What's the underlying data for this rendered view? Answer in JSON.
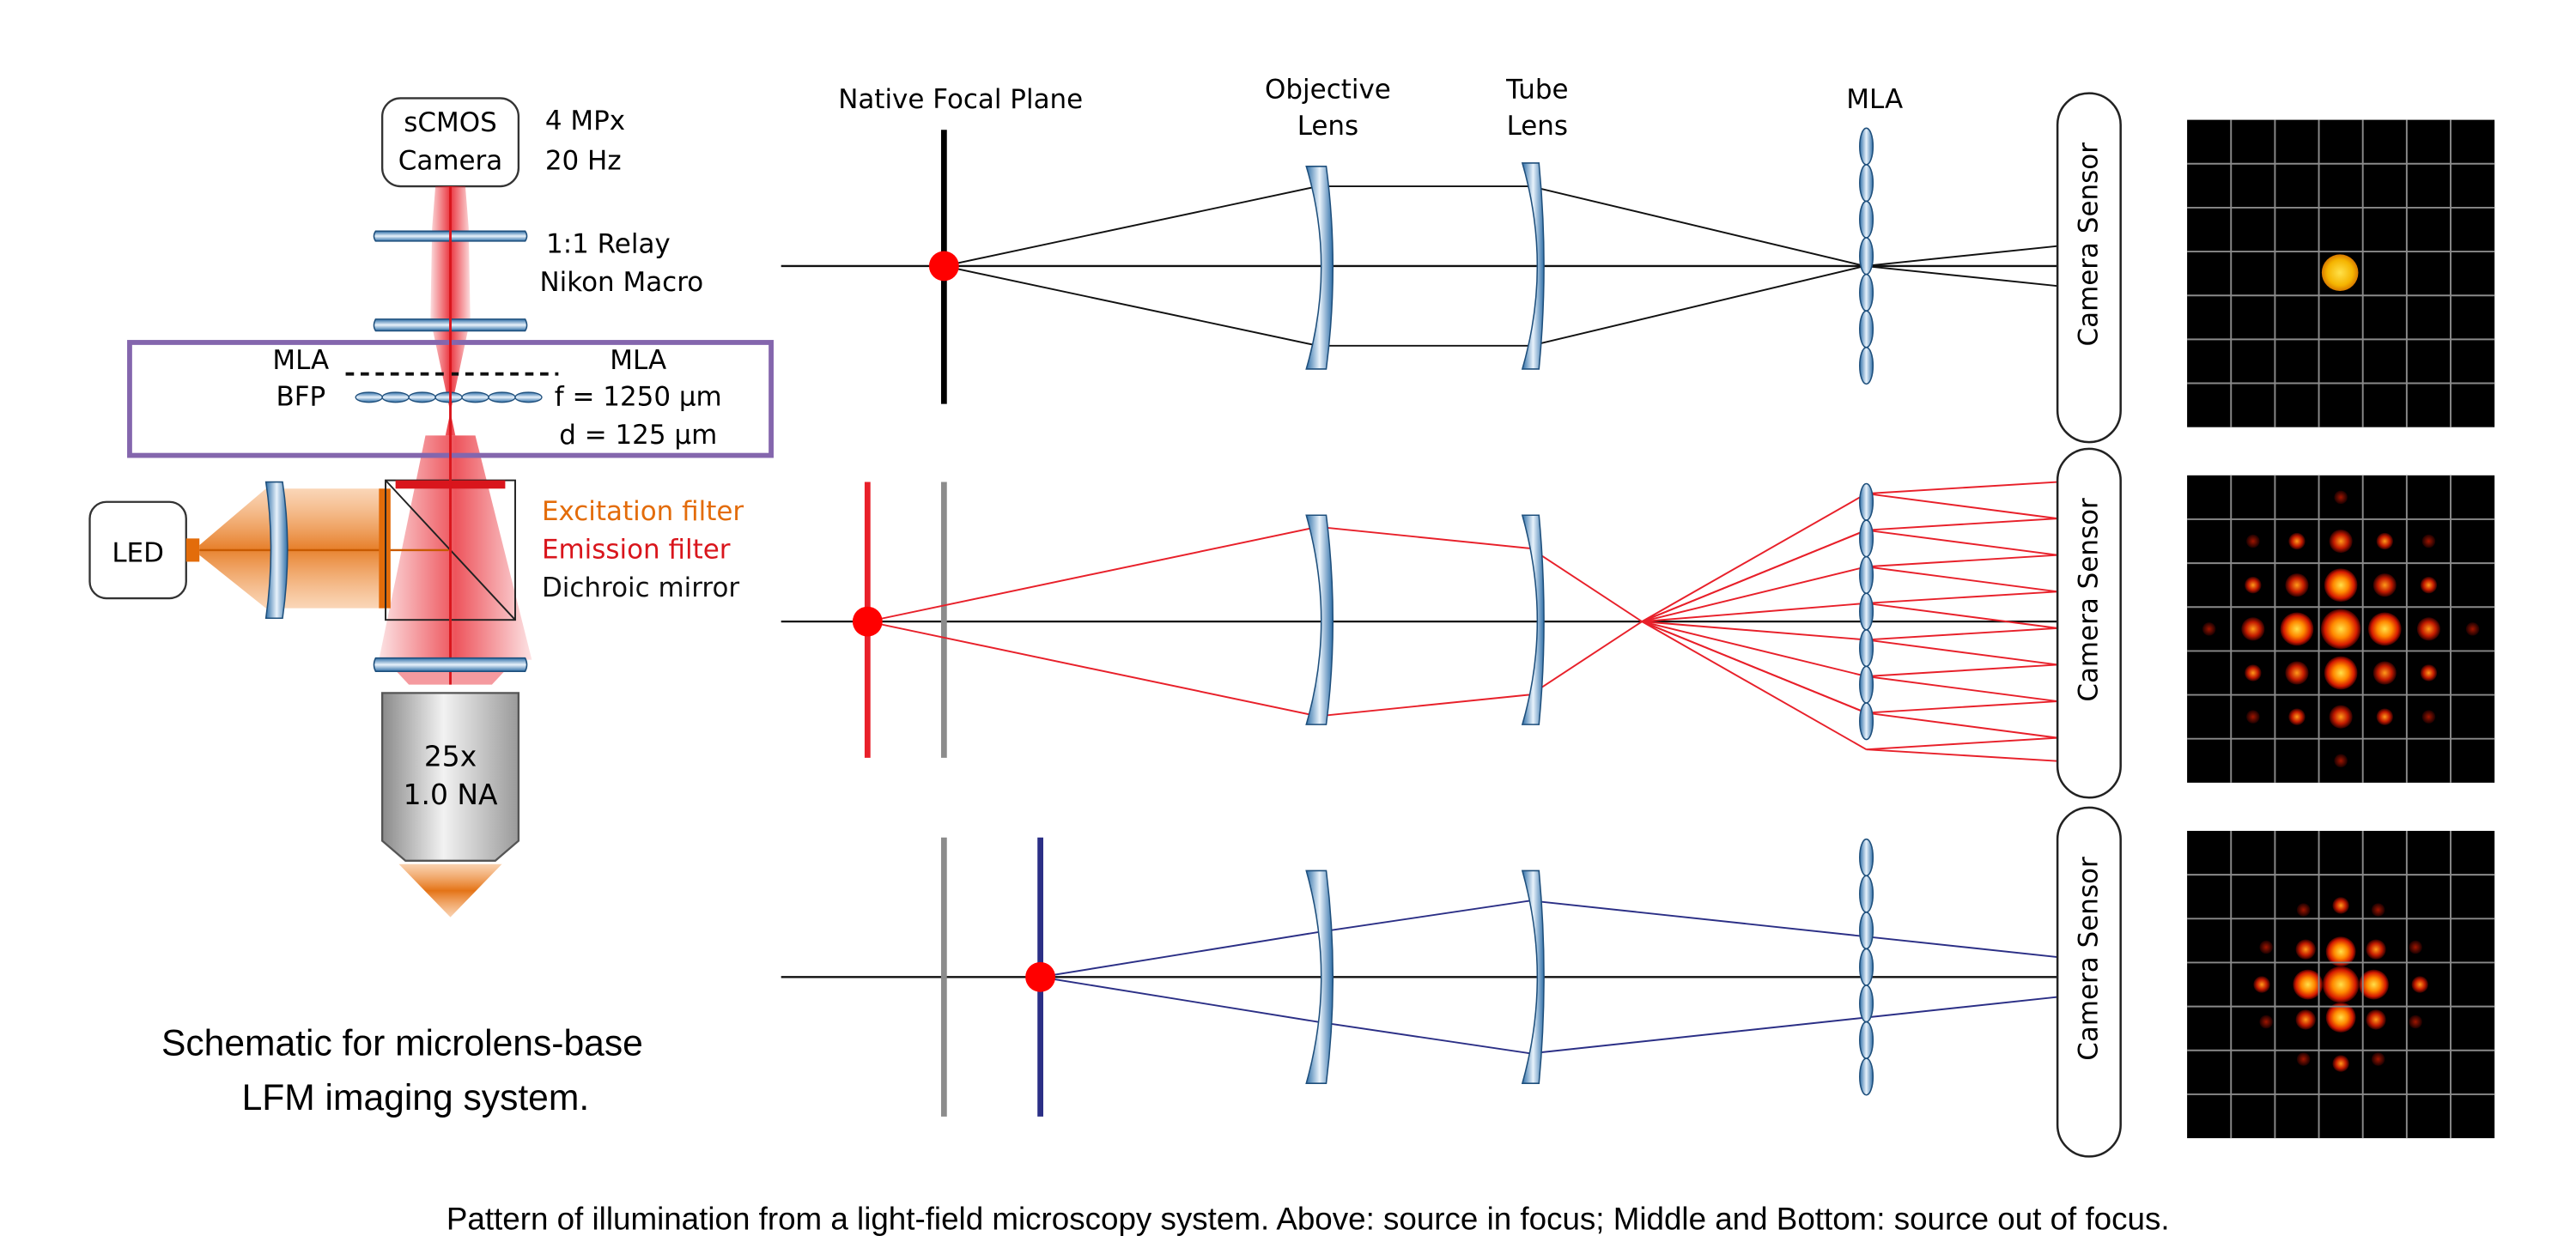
{
  "microscope": {
    "camera_label_line1": "sCMOS",
    "camera_label_line2": "Camera",
    "camera_spec_line1": "4 MPx",
    "camera_spec_line2": "20 Hz",
    "relay_line1": "1:1 Relay",
    "relay_line2": "Nikon Macro",
    "mla_bfp_line1": "MLA",
    "mla_bfp_line2": "BFP",
    "mla_line1": "MLA",
    "mla_line2": "f = 1250 µm",
    "mla_line3": "d = 125 µm",
    "led_label": "LED",
    "excitation_filter": "Excitation filter",
    "emission_filter": "Emission filter",
    "dichroic_mirror": "Dichroic mirror",
    "objective_line1": "25x",
    "objective_line2": "1.0 NA"
  },
  "schematic_caption_line1": "Schematic for microlens-base",
  "schematic_caption_line2": "LFM imaging system.",
  "ray_diagram": {
    "native_focal_plane": "Native Focal Plane",
    "objective_line1": "Objective",
    "objective_line2": "Lens",
    "tube_line1": "Tube",
    "tube_line2": "Lens",
    "mla": "MLA",
    "sensor_label": "Camera Sensor"
  },
  "bottom_caption": "Pattern of illumination from a light-field microscopy system. Above: source in focus; Middle and Bottom: source out of focus.",
  "colors": {
    "in_focus_rays": "#111111",
    "defocus_near_rays": "#e8202a",
    "defocus_far_rays": "#2b2f86",
    "source_point": "#ff0000",
    "highlight_box": "#8466ad",
    "excitation": "#e36c0a",
    "emission": "#d9151c",
    "lens_fill": "#4f8fc3"
  }
}
